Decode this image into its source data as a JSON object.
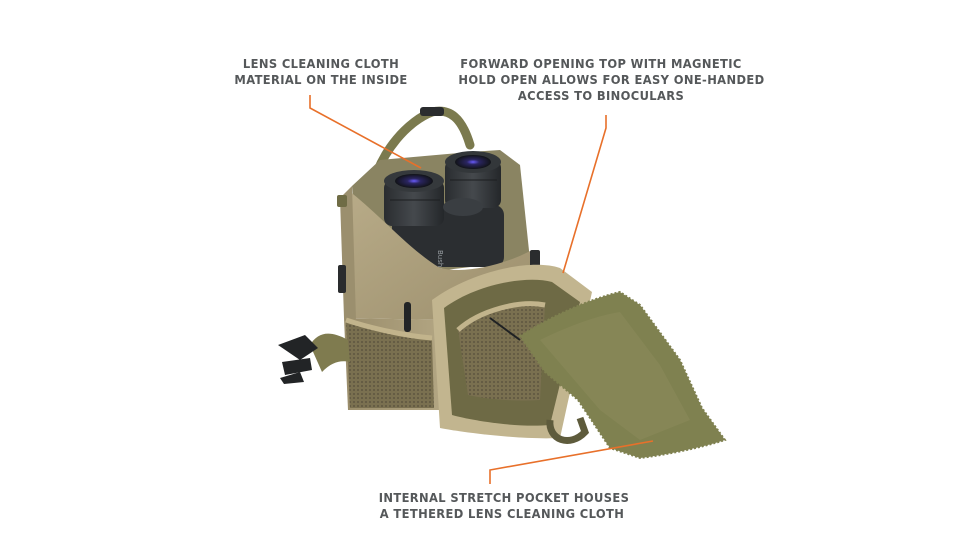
{
  "image": {
    "subject": "binocular harness pouch with open top, binoculars inside, and tethered lens cleaning cloth",
    "background_color": "#ffffff",
    "accent_line_color": "#e8702a",
    "text_color": "#55585a"
  },
  "callouts": [
    {
      "id": "lens-cleaning-cloth-lining",
      "lines": [
        "LENS CLEANING CLOTH",
        "MATERIAL ON THE INSIDE"
      ]
    },
    {
      "id": "forward-opening-top",
      "lines": [
        "FORWARD OPENING TOP WITH MAGNETIC",
        "HOLD OPEN ALLOWS FOR EASY ONE-HANDED",
        "ACCESS TO BINOCULARS"
      ]
    },
    {
      "id": "internal-stretch-pocket",
      "lines": [
        "INTERNAL STRETCH POCKET HOUSES",
        "A TETHERED LENS CLEANING CLOTH"
      ]
    }
  ],
  "product_marks": {
    "binocular_brand": "Bushnell"
  }
}
